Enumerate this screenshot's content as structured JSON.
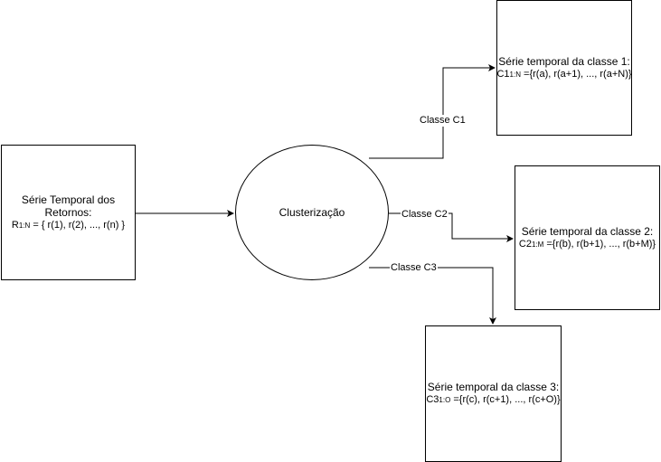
{
  "source": {
    "title": "Série Temporal dos Retornos:",
    "series_prefix": "R",
    "series_sub": "1:N",
    "series_values": " = { r(1), r(2), ..., r(n) }"
  },
  "process": {
    "label": "Clusterização"
  },
  "classes": [
    {
      "edge_label": "Classe C1",
      "title": "Série temporal da classe 1:",
      "series_prefix": "C1",
      "series_sub": "1:N",
      "series_values": " ={r(a), r(a+1), ..., r(a+N)}"
    },
    {
      "edge_label": "Classe C2",
      "title": "Série temporal da classe 2:",
      "series_prefix": "C2",
      "series_sub": "1:M",
      "series_values": " ={r(b), r(b+1), ..., r(b+M)}"
    },
    {
      "edge_label": "Classe C3",
      "title": "Série temporal da classe 3:",
      "series_prefix": "C3",
      "series_sub": "1:O",
      "series_values": " ={r(c), r(c+1), ..., r(c+O)}"
    }
  ]
}
